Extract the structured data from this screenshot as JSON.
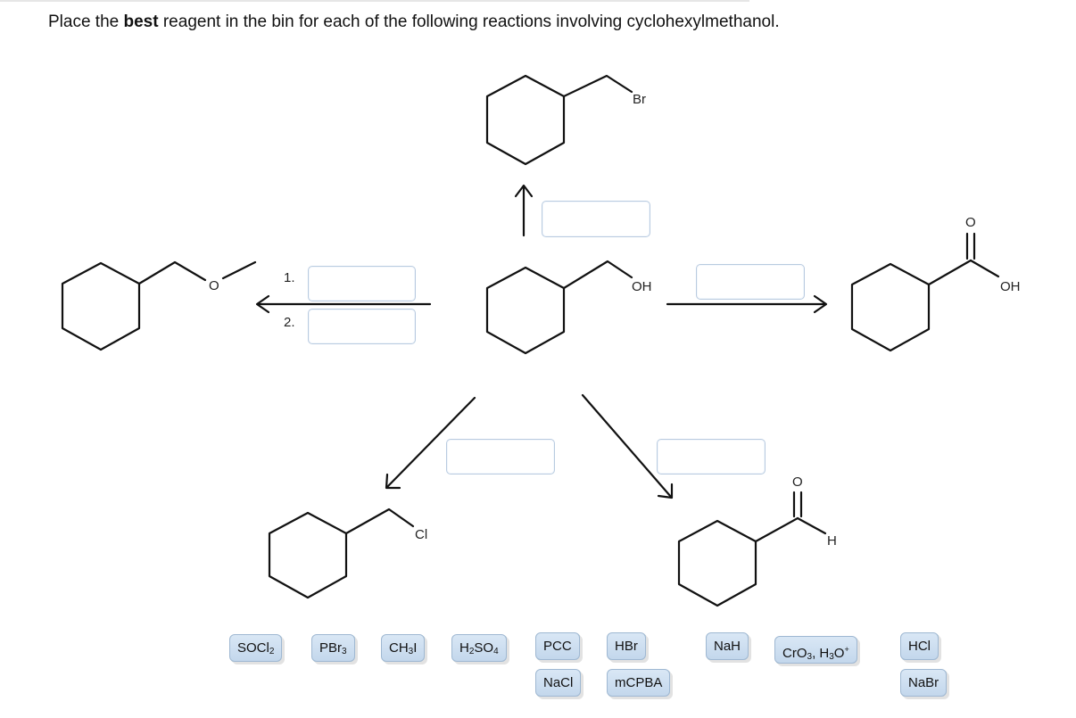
{
  "instruction": {
    "before": "Place the ",
    "bold": "best",
    "after": " reagent in the bin for each of the following reactions involving cyclohexylmethanol."
  },
  "labels": {
    "br": "Br",
    "oh_center": "OH",
    "oh_acid": "OH",
    "o_ether": "O",
    "o_acid": "O",
    "o_ald": "O",
    "h_ald": "H",
    "cl": "Cl"
  },
  "step_labels": [
    "1.",
    "2."
  ],
  "bins": {
    "top": "",
    "left_step1": "",
    "left_step2": "",
    "right": "",
    "bottom_left": "",
    "bottom_right": ""
  },
  "reagents": {
    "socl2": {
      "main": "SOCl",
      "sub": "2"
    },
    "pbr3": {
      "main": "PBr",
      "sub": "3"
    },
    "ch3i": {
      "a": "CH",
      "sub": "3",
      "b": "I"
    },
    "h2so4": {
      "a": "H",
      "sub1": "2",
      "b": "SO",
      "sub2": "4"
    },
    "pcc": "PCC",
    "hbr": "HBr",
    "nah": "NaH",
    "cro3": {
      "a": "CrO",
      "sub1": "3",
      "b": ", H",
      "sub2": "3",
      "c": "O",
      "sup": "+"
    },
    "hcl": "HCl",
    "nacl": "NaCl",
    "mcpba": "mCPBA",
    "nabr": "NaBr"
  }
}
